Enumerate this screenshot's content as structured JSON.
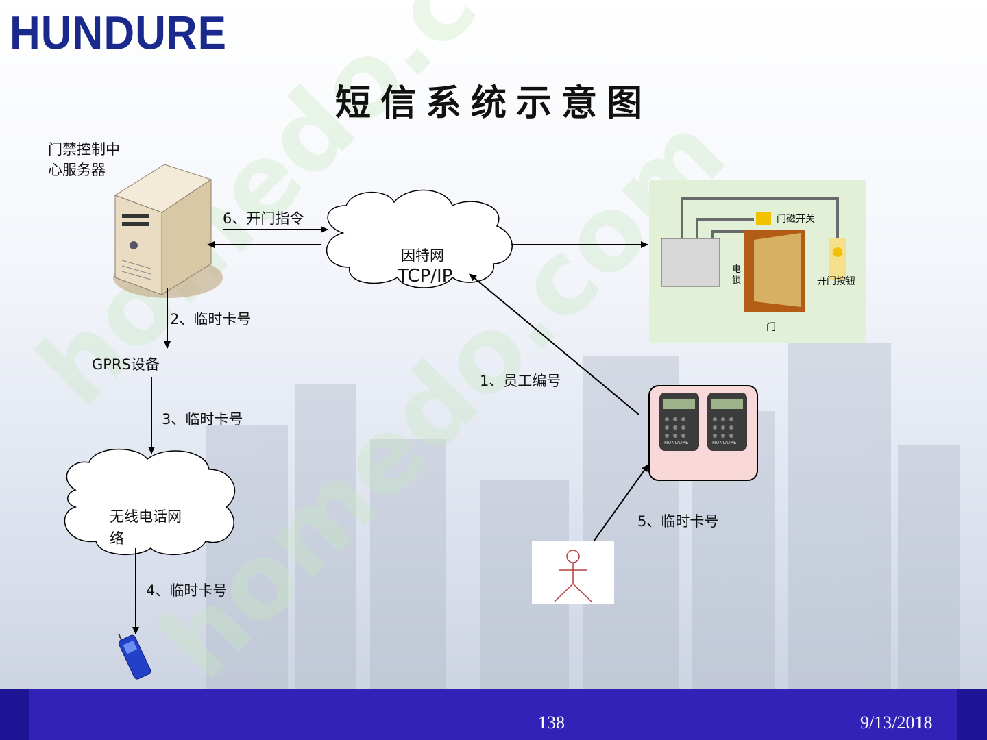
{
  "header": {
    "logo_text": "HUNDURE",
    "title": "短信系统示意图"
  },
  "nodes": {
    "server_label_line1": "门禁控制中",
    "server_label_line2": "心服务器",
    "internet_line1": "因特网",
    "internet_line2": "TCP/IP",
    "gprs": "GPRS设备",
    "wireless_line1": "无线电话网",
    "wireless_line2": "络"
  },
  "door_panel": {
    "magnetic_switch": "门磁开关",
    "lock_line1": "电",
    "lock_line2": "锁",
    "open_button": "开门按钮",
    "door": "门"
  },
  "steps": {
    "step1": "1、员工编号",
    "step2": "2、临时卡号",
    "step3": "3、临时卡号",
    "step4": "4、临时卡号",
    "step5": "5、临时卡号",
    "step6": "6、开门指令"
  },
  "reader_brand": "HUNDURE",
  "footer": {
    "page_number": "138",
    "date": "9/13/2018"
  },
  "colors": {
    "brand_blue": "#1a2a8c",
    "footer_blue": "#3222b8",
    "reader_box": "#f8d8d8",
    "door_panel_bg": "#e2f0d8",
    "watermark": "#c8e8c0"
  }
}
